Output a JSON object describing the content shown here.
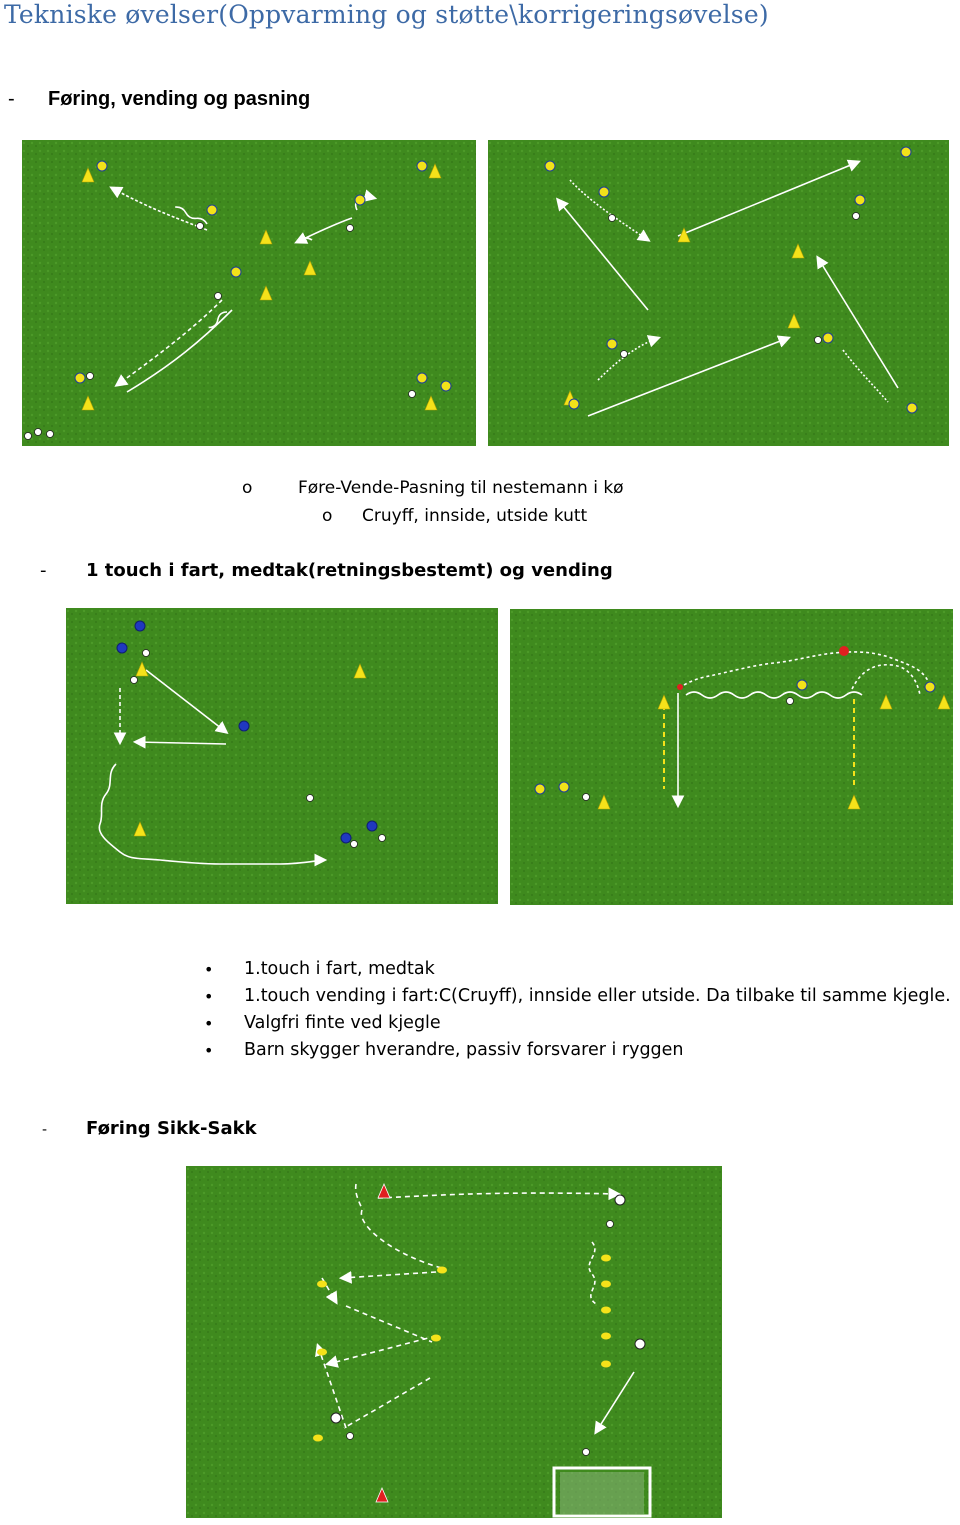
{
  "title": "Tekniske øvelser(Oppvarming og støtte\\korrigeringsøvelse)",
  "sections": [
    {
      "dash": "-",
      "heading": "Føring,  vending og pasning"
    },
    {
      "dash": "-",
      "heading": "1 touch i fart, medtak(retningsbestemt) og vending"
    },
    {
      "dash": "-",
      "heading": "Føring Sikk-Sakk"
    }
  ],
  "sub_bullets": [
    {
      "marker": "o",
      "text": "Føre-Vende-Pasning til nestemann i kø"
    },
    {
      "marker": "o",
      "text": "Cruyff, innside, utside kutt"
    }
  ],
  "bullets": [
    "1.touch i fart, medtak",
    "1.touch vending i fart:C(Cruyff), innside eller utside. Da tilbake til samme kjegle.",
    "Valgfri finte ved kjegle",
    "Barn skygger hverandre, passiv forsvarer i ryggen"
  ],
  "colors": {
    "title": "#3d6aa6",
    "grass": "#3f8a1e",
    "player_home": "#f2e21a",
    "player_away": "#2038c0",
    "cone": "#f5e21a",
    "cone_red": "#e02020"
  }
}
